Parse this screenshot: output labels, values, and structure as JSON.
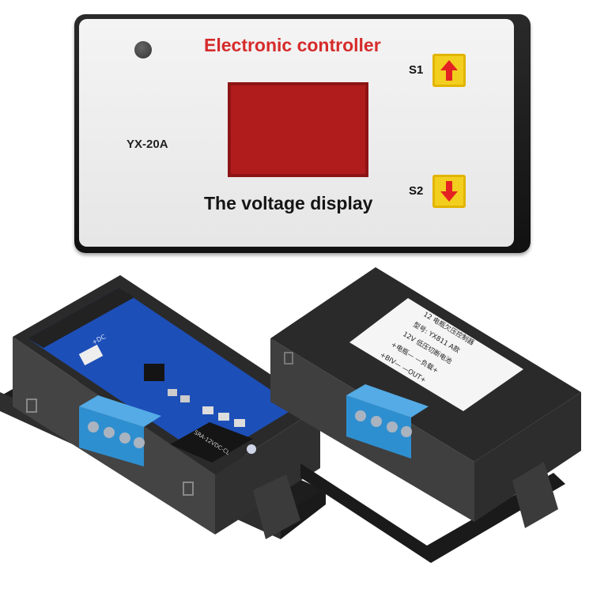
{
  "controller": {
    "title": "Electronic controller",
    "model": "YX-20A",
    "display_caption": "The voltage display",
    "buttons": [
      {
        "label": "S1",
        "icon": "up-arrow-icon"
      },
      {
        "label": "S2",
        "icon": "down-arrow-icon"
      }
    ]
  },
  "sticker": {
    "line1": "12 电瓶欠压控制器",
    "line2": "型号: YX811 A款",
    "line3": "12V 低压切断电池",
    "line4": "+电瓶— —负载+",
    "line5": "+BIV— —OUT+"
  },
  "board_text": {
    "dc": "+DC",
    "relay": "SRA-12VDC-CL"
  },
  "colors": {
    "title_red": "#d62b2b",
    "display_red": "#b01c1c",
    "button_yellow": "#f2cf1f",
    "terminal_blue": "#2e8fd0",
    "pcb_blue": "#1d4fb8"
  }
}
